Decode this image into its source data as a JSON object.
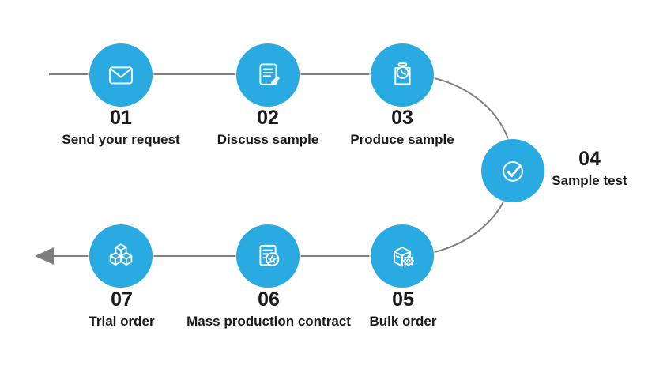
{
  "diagram": {
    "type": "process-flow",
    "direction": "left-to-right, curving down on the right, then right-to-left ending in an arrow",
    "colors": {
      "accent": "#29ABE2",
      "line": "#808080",
      "arrow": "#7d7d80",
      "text": "#1a1a1a",
      "icon": "#ffffff"
    },
    "steps": [
      {
        "number": "01",
        "label": "Send your request",
        "icon": "envelope-icon"
      },
      {
        "number": "02",
        "label": "Discuss sample",
        "icon": "document-pencil-icon"
      },
      {
        "number": "03",
        "label": "Produce sample",
        "icon": "stopwatch-icon"
      },
      {
        "number": "04",
        "label": "Sample test",
        "icon": "check-circle-icon"
      },
      {
        "number": "05",
        "label": "Bulk order",
        "icon": "box-gear-icon"
      },
      {
        "number": "06",
        "label": "Mass production contract",
        "icon": "contract-star-icon"
      },
      {
        "number": "07",
        "label": "Trial order",
        "icon": "cubes-icon"
      }
    ]
  }
}
